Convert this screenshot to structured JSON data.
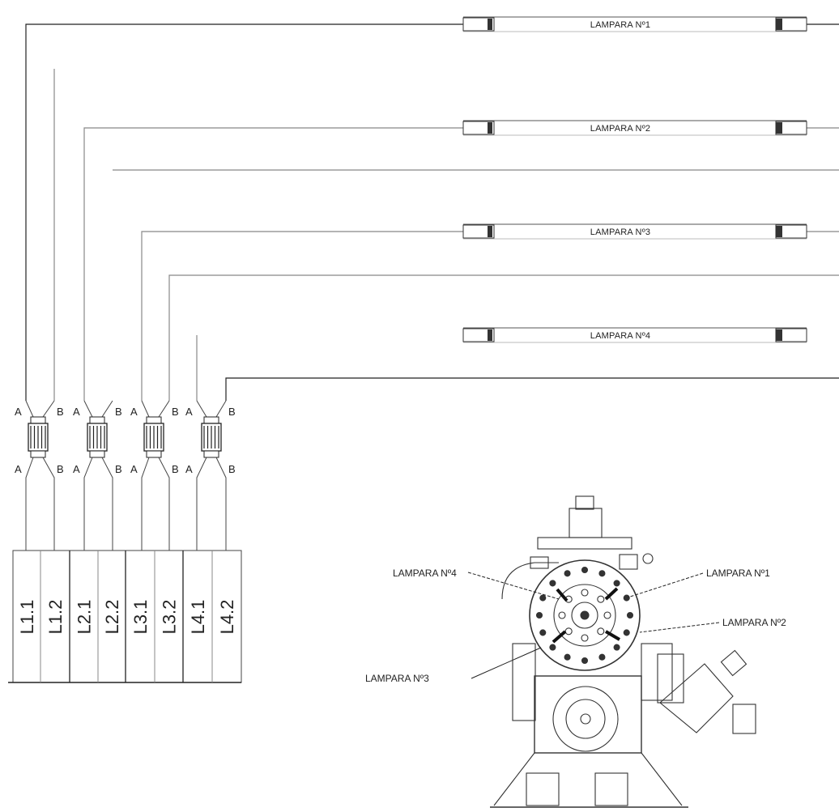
{
  "lamps": [
    {
      "label": "LAMPARA Nº1"
    },
    {
      "label": "LAMPARA Nº2"
    },
    {
      "label": "LAMPARA Nº3"
    },
    {
      "label": "LAMPARA Nº4"
    }
  ],
  "connector_letters": {
    "a": "A",
    "b": "B"
  },
  "terminals": [
    "L1.1",
    "L1.2",
    "L2.1",
    "L2.2",
    "L3.1",
    "L3.2",
    "L4.1",
    "L4.2"
  ],
  "callouts": [
    {
      "label": "LAMPARA Nº4"
    },
    {
      "label": "LAMPARA Nº1"
    },
    {
      "label": "LAMPARA Nº2"
    },
    {
      "label": "LAMPARA Nº3"
    }
  ]
}
